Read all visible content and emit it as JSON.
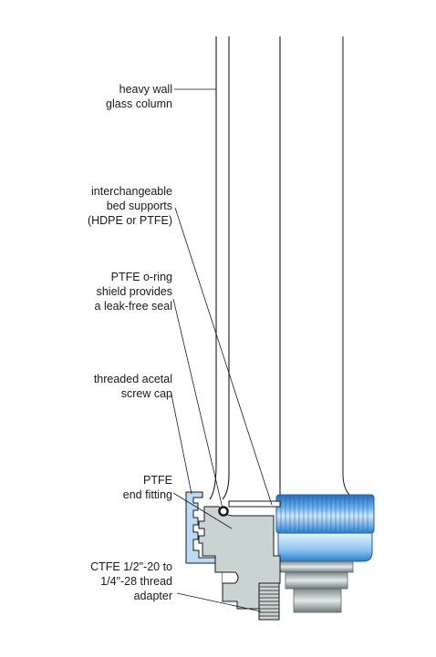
{
  "labels": {
    "glass_column": [
      "heavy wall",
      "glass column"
    ],
    "bed_supports": [
      "interchangeable",
      "bed supports",
      "(HDPE or PTFE)"
    ],
    "oring": [
      "PTFE o-ring",
      "shield provides",
      "a leak-free seal"
    ],
    "screw_cap": [
      "threaded acetal",
      "screw cap"
    ],
    "end_fitting": [
      "PTFE",
      "end fitting"
    ],
    "adapter": [
      "CTFE 1/2\"-20 to",
      "1/4\"-28 thread",
      "adapter"
    ]
  },
  "colors": {
    "cap_blue": "#3a8fd8",
    "cap_light": "#b8dcf5",
    "fitting_gray": "#c9d3d2",
    "glass_white": "#ffffff",
    "line": "#1a1a1a"
  }
}
